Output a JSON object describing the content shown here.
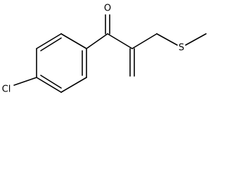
{
  "molecule": {
    "atoms": {
      "chlorine": "Cl",
      "oxygen": "O",
      "sulfur": "S"
    }
  }
}
